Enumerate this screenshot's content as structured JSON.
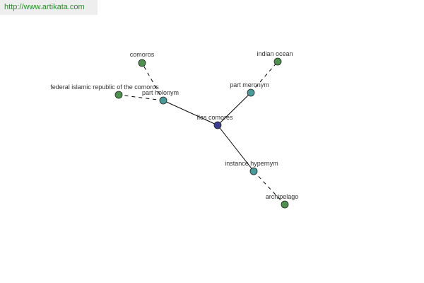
{
  "watermark": {
    "text": "http://www.artikata.com"
  },
  "colors": {
    "center": "#3b3b8f",
    "relation": "#4a9a9a",
    "leaf": "#4f8f4f",
    "edge": "#000000"
  },
  "graph": {
    "center": {
      "label": "îles comores"
    },
    "relations": [
      {
        "id": "part-holonym",
        "label": "part holonym"
      },
      {
        "id": "part-meronym",
        "label": "part meronym"
      },
      {
        "id": "instance-hypernym",
        "label": "instance hypernym"
      }
    ],
    "leaves": [
      {
        "id": "comoros",
        "label": "comoros",
        "relation": "part-holonym"
      },
      {
        "id": "federal-islamic-republic",
        "label": "federal islamic republic of the comoros",
        "relation": "part-holonym"
      },
      {
        "id": "indian-ocean",
        "label": "indian ocean",
        "relation": "part-meronym"
      },
      {
        "id": "archipelago",
        "label": "archipelago",
        "relation": "instance-hypernym"
      }
    ]
  }
}
